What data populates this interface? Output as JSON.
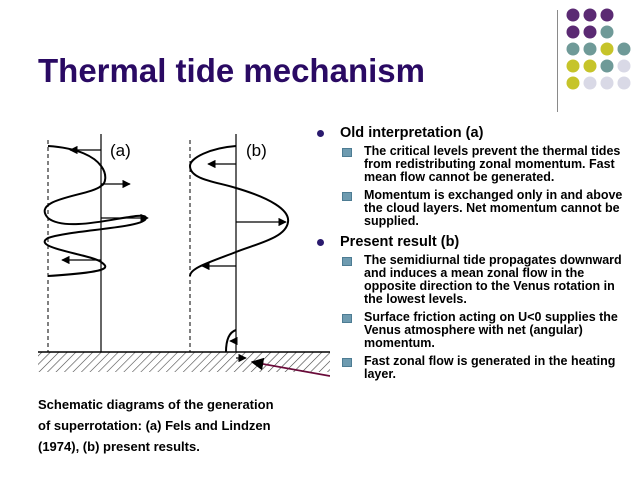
{
  "slide": {
    "title": "Thermal tide mechanism",
    "diagram": {
      "label_a": "(a)",
      "label_b": "(b)"
    },
    "caption": "Schematic diagrams of the generation of superrotation: (a) Fels and Lindzen (1974), (b) present results.",
    "bullets": [
      {
        "text": "Old interpretation (a)",
        "subs": [
          "The critical levels prevent the thermal tides from redistributing zonal momentum. Fast mean flow cannot be generated.",
          "Momentum is exchanged only in and above the cloud layers. Net momentum cannot be supplied."
        ]
      },
      {
        "text": "Present result (b)",
        "subs": [
          "The semidiurnal tide propagates downward and induces a mean zonal flow in the opposite direction to the Venus rotation in the lowest levels.",
          "Surface friction acting on U<0 supplies the Venus atmosphere with net (angular) momentum.",
          "Fast zonal flow is generated in the heating layer."
        ]
      }
    ]
  },
  "decor": {
    "dot_colors": [
      "#5b2a73",
      "#6f9a98",
      "#c6c42a",
      "#d9d9e6"
    ]
  }
}
